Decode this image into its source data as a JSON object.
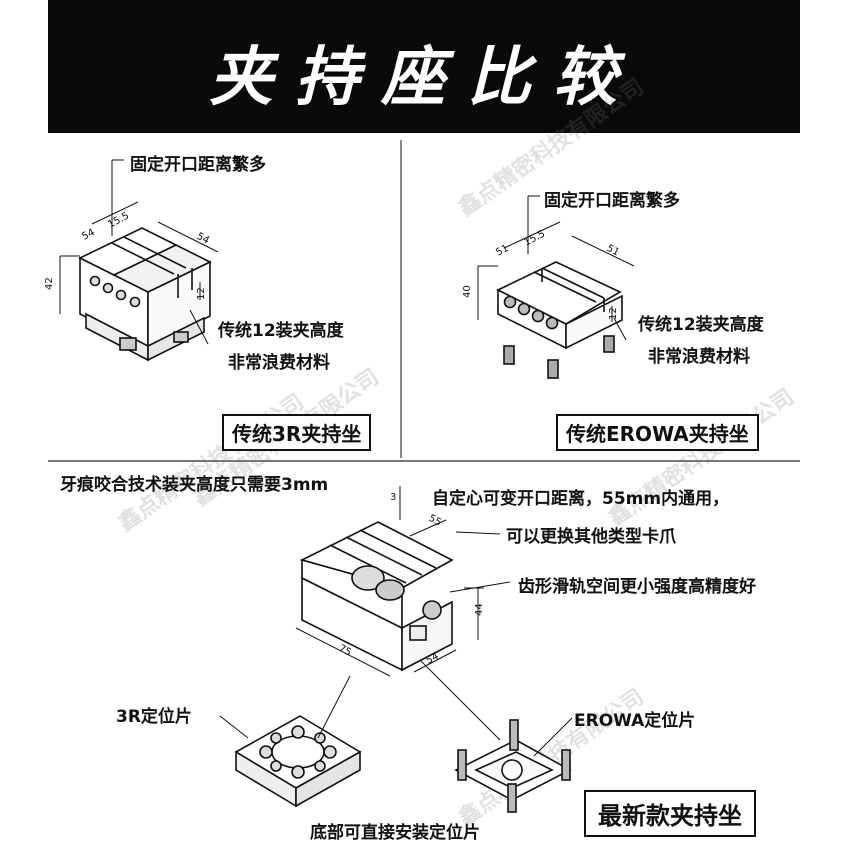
{
  "header": {
    "title": "夹持座比较"
  },
  "panel_3r": {
    "label_opening": "固定开口距离繁多",
    "label_height": "传统12装夹高度",
    "label_waste": "非常浪费材料",
    "title": "传统3R夹持坐",
    "dims": {
      "d1": "54",
      "d2": "15.5",
      "d3": "54",
      "d4": "42",
      "d5": "12"
    }
  },
  "panel_erowa": {
    "label_opening": "固定开口距离繁多",
    "label_height": "传统12装夹高度",
    "label_waste": "非常浪费材料",
    "title": "传统EROWA夹持坐",
    "dims": {
      "d1": "51",
      "d2": "15.5",
      "d3": "51",
      "d4": "40",
      "d5": "12"
    }
  },
  "panel_new": {
    "label_bite": "牙痕咬合技术装夹高度只需要3mm",
    "label_self_center": "自定心可变开口距离，55mm内通用，",
    "label_swap": "可以更换其他类型卡爪",
    "label_rail": "齿形滑轨空间更小强度高精度好",
    "label_3r_plate": "3R定位片",
    "label_erowa_plate": "EROWA定位片",
    "label_bottom": "底部可直接安装定位片",
    "title": "最新款夹持坐",
    "dims": {
      "d1": "3",
      "d2": "55",
      "d3": "44",
      "d4": "75",
      "d5": "54"
    }
  },
  "watermark": "鑫点精密科技有限公司"
}
